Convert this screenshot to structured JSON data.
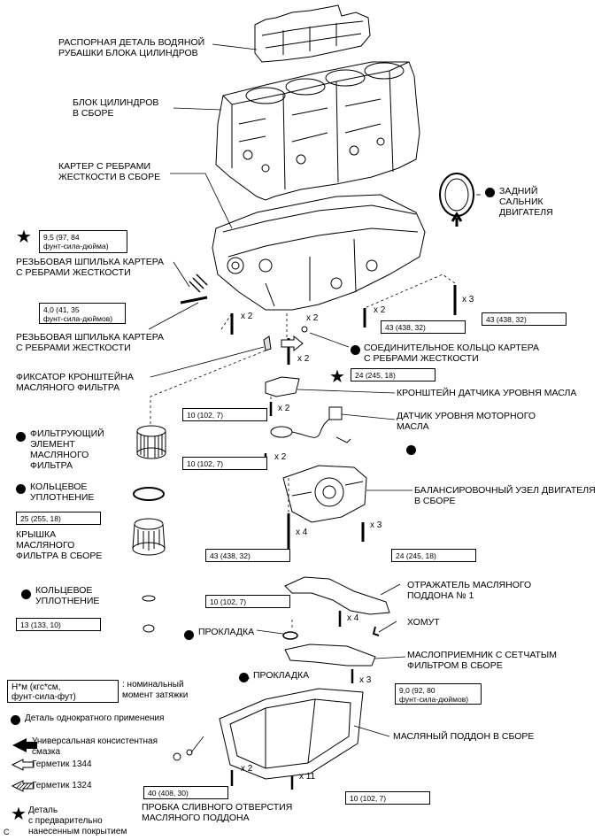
{
  "labels": {
    "water_jacket_spacer": "РАСПОРНАЯ ДЕТАЛЬ ВОДЯНОЙ\nРУБАШКИ БЛОКА ЦИЛИНДРОВ",
    "cylinder_block": "БЛОК ЦИЛИНДРОВ\nВ СБОРЕ",
    "stiffening_crankcase": "КАРТЕР С РЕБРАМИ\nЖЕСТКОСТИ В СБОРЕ",
    "rear_oil_seal": "ЗАДНИЙ\nСАЛЬНИК\nДВИГАТЕЛЯ",
    "stud_bolt_1": "РЕЗЬБОВАЯ ШПИЛЬКА КАРТЕРА\nС РЕБРАМИ ЖЕСТКОСТИ",
    "stud_bolt_2": "РЕЗЬБОВАЯ ШПИЛЬКА КАРТЕРА\nС РЕБРАМИ ЖЕСТКОСТИ",
    "crankcase_ring": "СОЕДИНИТЕЛЬНОЕ КОЛЬЦО КАРТЕРА\nС РЕБРАМИ ЖЕСТКОСТИ",
    "filter_bracket_retainer": "ФИКСАТОР КРОНШТЕЙНА\nМАСЛЯНОГО ФИЛЬТРА",
    "oil_level_bracket": "КРОНШТЕЙН ДАТЧИКА УРОВНЯ МАСЛА",
    "oil_level_sensor": "ДАТЧИК УРОВНЯ МОТОРНОГО\nМАСЛА",
    "filter_element": "ФИЛЬТРУЮЩИЙ\nЭЛЕМЕНТ\nМАСЛЯНОГО\nФИЛЬТРА",
    "o_ring_1": "КОЛЬЦЕВОЕ\nУПЛОТНЕНИЕ",
    "balancer": "БАЛАНСИРОВОЧНЫЙ УЗЕЛ ДВИГАТЕЛЯ\nВ СБОРЕ",
    "filter_cap": "КРЫШКА\nМАСЛЯНОГО\nФИЛЬТРА В СБОРЕ",
    "baffle": "ОТРАЖАТЕЛЬ МАСЛЯНОГО\nПОДДОНА № 1",
    "o_ring_2": "КОЛЬЦЕВОЕ\nУПЛОТНЕНИЕ",
    "clamp": "ХОМУТ",
    "gasket_1": "ПРОКЛАДКА",
    "strainer": "МАСЛОПРИЕМНИК С СЕТЧАТЫМ\nФИЛЬТРОМ В СБОРЕ",
    "gasket_2": "ПРОКЛАДКА",
    "oil_pan": "МАСЛЯНЫЙ ПОДДОН В СБОРЕ",
    "drain_plug": "ПРОБКА СЛИВНОГО ОТВЕРСТИЯ\nМАСЛЯНОГО ПОДДОНА"
  },
  "torques": {
    "t1": "9,5 (97, 84\nфунт-сила-дюйма)",
    "t2": "4,0 (41, 35\nфунт-сила-дюймов)",
    "t3": "43 (438, 32)",
    "t4": "43 (438, 32)",
    "t5": "24 (245, 18)",
    "t6": "10 (102, 7)",
    "t7": "10 (102, 7)",
    "t8": "25 (255, 18)",
    "t9": "43 (438, 32)",
    "t10": "24 (245, 18)",
    "t11": "10 (102, 7)",
    "t12": "13 (133, 10)",
    "t13": "9,0 (92, 80\nфунт-сила-дюймов)",
    "t14": "40 (408, 30)",
    "t15": "10 (102, 7)"
  },
  "quantities": {
    "q1": "x 2",
    "q2": "x 3",
    "q3": "x 2",
    "q4": "x 2",
    "q5": "x 2",
    "q6": "x 2",
    "q7": "x 2",
    "q8": "x 4",
    "q9": "x 3",
    "q10": "x 4",
    "q11": "x 3",
    "q12": "x 2",
    "q13": "x 11"
  },
  "legend": {
    "unit_box": "Н*м (кгс*см,\nфунт-сила-фут)",
    "unit_desc": ": номинальный\nмомент затяжки",
    "non_reusable": "Деталь однократного применения",
    "grease": "Универсальная консистентная\nсмазка",
    "sealant_1344": "Герметик 1344",
    "sealant_1324": "Герметик 1324",
    "precoated": "Деталь\nс предварительно\nнанесенным покрытием"
  },
  "corner_mark": "C"
}
